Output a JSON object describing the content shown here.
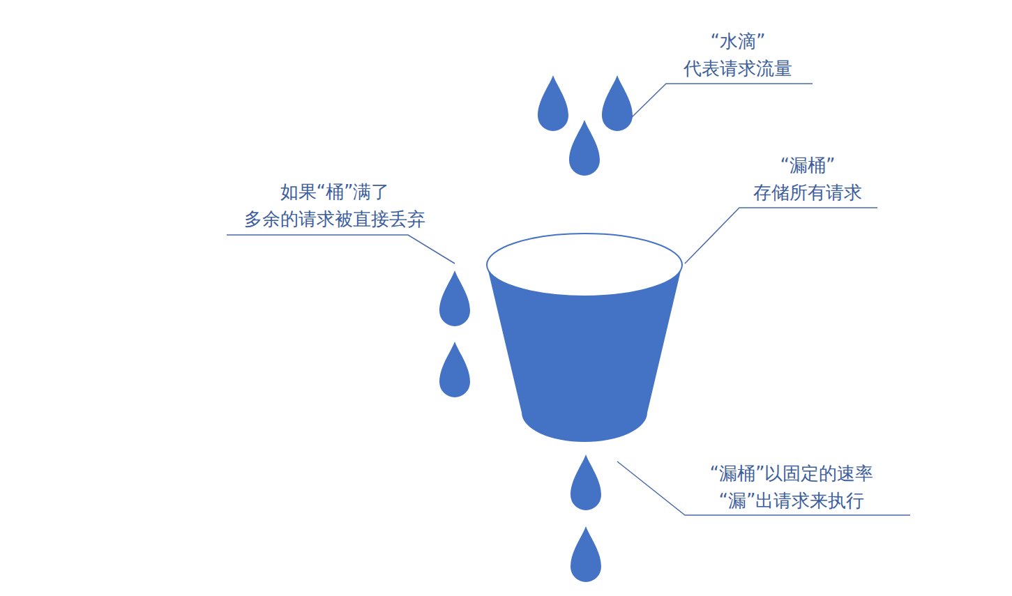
{
  "diagram": {
    "labels": [
      "“水滴” 代表请求流量",
      "“漏桶” 存储所有请求",
      "如果“桶”满了 多余的请求被直接丢弃",
      "“漏桶”以固定的速率 “漏”出请求来执行"
    ]
  }
}
